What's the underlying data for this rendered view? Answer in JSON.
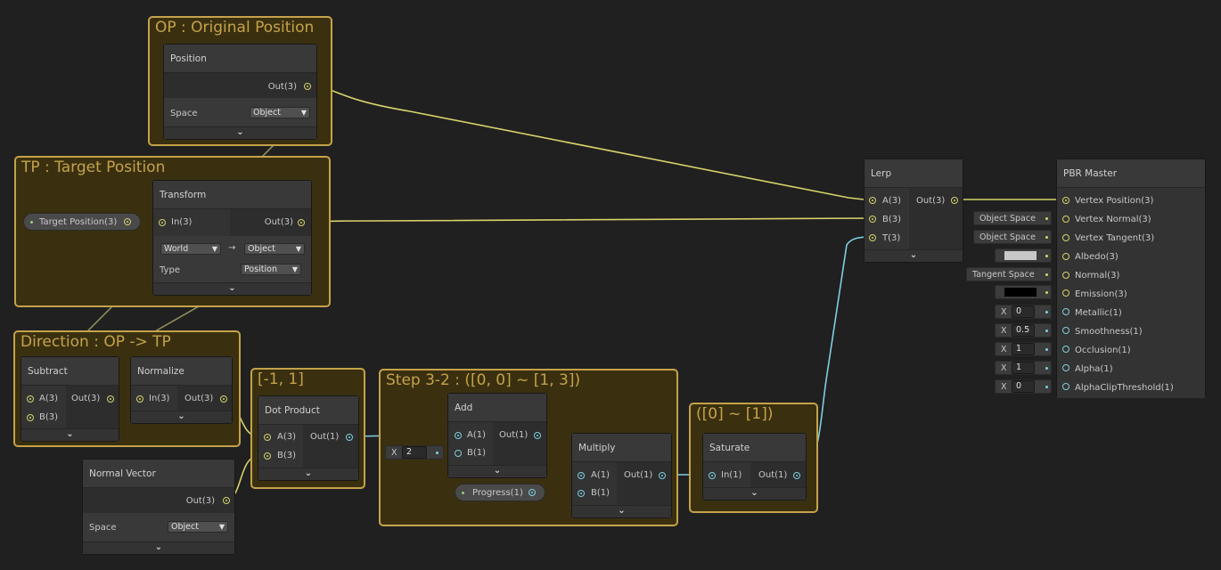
{
  "groups": {
    "op": "OP : Original Position",
    "tp": "TP : Target Position",
    "dir": "Direction : OP -> TP",
    "range": "[-1, 1]",
    "step": "Step 3-2 : ([0, 0] ~ [1, 3])",
    "sat": "([0] ~ [1])"
  },
  "position_node": {
    "title": "Position",
    "out": "Out(3)",
    "space_label": "Space",
    "space_value": "Object"
  },
  "transform_node": {
    "title": "Transform",
    "in": "In(3)",
    "out": "Out(3)",
    "from": "World",
    "arrow": "→",
    "to": "Object",
    "type_label": "Type",
    "type_value": "Position"
  },
  "target_property": {
    "label": "Target Position(3)"
  },
  "subtract_node": {
    "title": "Subtract",
    "a": "A(3)",
    "b": "B(3)",
    "out": "Out(3)"
  },
  "normalize_node": {
    "title": "Normalize",
    "in": "In(3)",
    "out": "Out(3)"
  },
  "normal_vector_node": {
    "title": "Normal Vector",
    "out": "Out(3)",
    "space_label": "Space",
    "space_value": "Object"
  },
  "dot_node": {
    "title": "Dot Product",
    "a": "A(3)",
    "b": "B(3)",
    "out": "Out(1)"
  },
  "add_node": {
    "title": "Add",
    "a": "A(1)",
    "b": "B(1)",
    "out": "Out(1)",
    "x_label": "X",
    "b_value": "2"
  },
  "multiply_node": {
    "title": "Multiply",
    "a": "A(1)",
    "b": "B(1)",
    "out": "Out(1)"
  },
  "progress_property": {
    "label": "Progress(1)"
  },
  "saturate_node": {
    "title": "Saturate",
    "in": "In(1)",
    "out": "Out(1)"
  },
  "lerp_node": {
    "title": "Lerp",
    "a": "A(3)",
    "b": "B(3)",
    "t": "T(3)",
    "out": "Out(3)"
  },
  "pbr_master": {
    "title": "PBR Master",
    "ports": [
      "Vertex Position(3)",
      "Vertex Normal(3)",
      "Vertex Tangent(3)",
      "Albedo(3)",
      "Normal(3)",
      "Emission(3)",
      "Metallic(1)",
      "Smoothness(1)",
      "Occlusion(1)",
      "Alpha(1)",
      "AlphaClipThreshold(1)"
    ],
    "inputs": {
      "vertex_normal": "Object Space",
      "vertex_tangent": "Object Space",
      "normal": "Tangent Space",
      "x_label": "X",
      "metallic": "0",
      "smoothness": "0.5",
      "occlusion": "1",
      "alpha": "1",
      "alpha_clip": "0"
    },
    "albedo_color": "#c8c8c8",
    "emission_color": "#000000"
  },
  "colors": {
    "group_border": "#c5a24a",
    "group_fill": "#3a3010",
    "vector_port": "#d6d36a",
    "float_port": "#7fcfe0",
    "background": "#202020"
  },
  "icons": {
    "collapse": "chevron-down-icon",
    "dropdown": "caret-down-icon"
  }
}
